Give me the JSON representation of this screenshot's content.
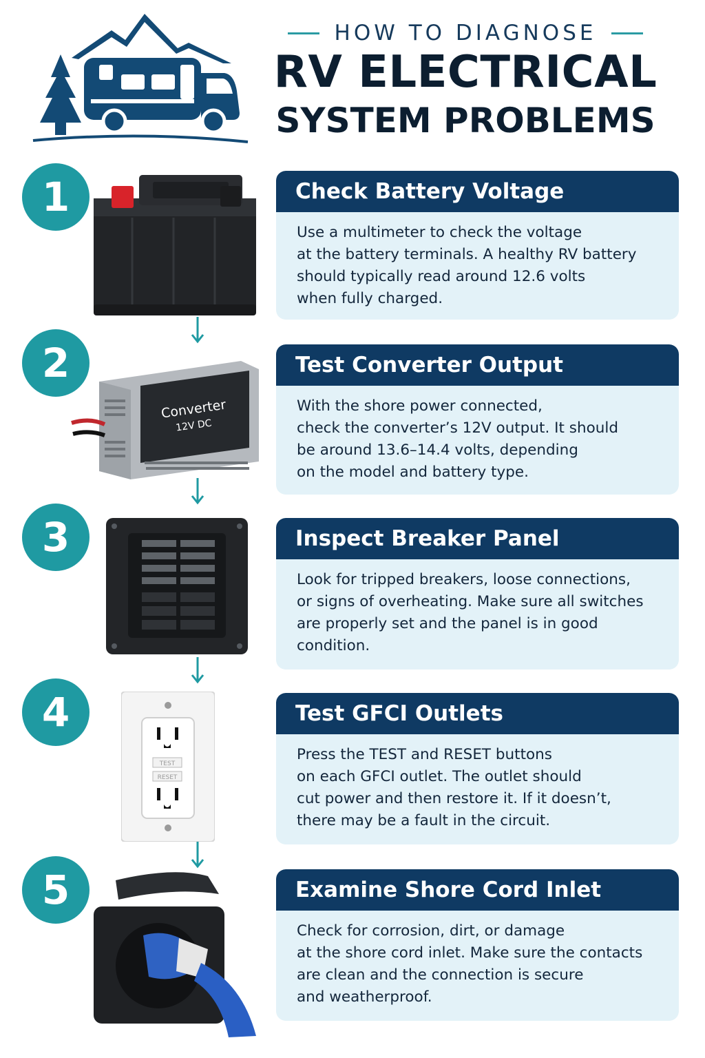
{
  "header": {
    "kicker": "HOW TO DIAGNOSE",
    "title_line1": "RV ELECTRICAL",
    "title_line2": "SYSTEM PROBLEMS",
    "logo_icon": "mountain-rv-logo"
  },
  "colors": {
    "navy": "#0f3a63",
    "teal": "#1f9aa2",
    "card_bg": "#e3f2f8",
    "title_text": "#0c1e30"
  },
  "steps": [
    {
      "number": "1",
      "title": "Check Battery Voltage",
      "body": [
        "Use a multimeter to check the voltage",
        "at the battery terminals. A healthy RV battery",
        "should typically read around 12.6 volts",
        "when fully charged."
      ],
      "icon": "car-battery-icon"
    },
    {
      "number": "2",
      "title": "Test Converter Output",
      "body": [
        "With the shore power connected,",
        "check the converter’s 12V output. It should",
        "be around 13.6–14.4 volts, depending",
        "on the model and battery type."
      ],
      "icon": "converter-icon",
      "device_label": "Converter",
      "device_sublabel": "12V DC"
    },
    {
      "number": "3",
      "title": "Inspect Breaker Panel",
      "body": [
        "Look for tripped breakers, loose connections,",
        "or signs of overheating. Make sure all switches",
        "are properly set and the panel is in good",
        "condition."
      ],
      "icon": "breaker-panel-icon"
    },
    {
      "number": "4",
      "title": "Test GFCI Outlets",
      "body": [
        "Press the TEST and RESET buttons",
        "on each GFCI outlet. The outlet should",
        "cut power and then restore it. If it doesn’t,",
        "there may be a fault in the circuit."
      ],
      "icon": "gfci-outlet-icon",
      "test_label": "TEST",
      "reset_label": "RESET"
    },
    {
      "number": "5",
      "title": "Examine Shore Cord Inlet",
      "body": [
        "Check for corrosion, dirt, or damage",
        "at the shore cord inlet. Make sure the contacts",
        "are clean and the connection is secure",
        "and weatherproof."
      ],
      "icon": "shore-cord-inlet-icon"
    }
  ]
}
